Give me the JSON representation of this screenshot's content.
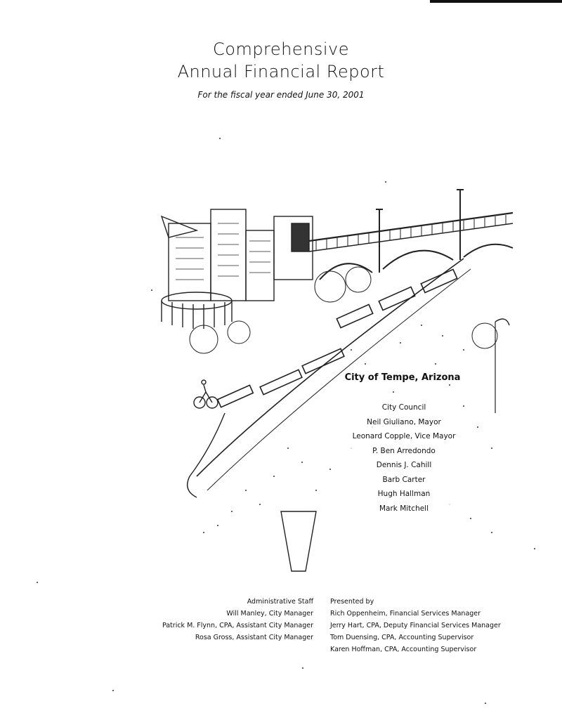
{
  "header": {
    "title_line1": "Comprehensive",
    "title_line2": "Annual Financial Report",
    "subtitle": "For the fiscal year ended June 30, 2001"
  },
  "cover": {
    "city_name": "City of Tempe, Arizona",
    "council_heading": "City Council",
    "council_members": [
      "Neil Giuliano, Mayor",
      "Leonard Copple, Vice Mayor",
      "P. Ben Arredondo",
      "Dennis J. Cahill",
      "Barb Carter",
      "Hugh Hallman",
      "Mark Mitchell"
    ]
  },
  "administrative_staff": {
    "heading": "Administrative Staff",
    "members": [
      "Will Manley, City Manager",
      "Patrick M. Flynn, CPA, Assistant City Manager",
      "Rosa Gross, Assistant City Manager"
    ]
  },
  "presented_by": {
    "heading": "Presented by",
    "members": [
      "Rich Oppenheim, Financial Services Manager",
      "Jerry Hart, CPA, Deputy Financial Services Manager",
      "Tom Duensing, CPA, Accounting Supervisor",
      "Karen Hoffman, CPA, Accounting Supervisor"
    ]
  },
  "colors": {
    "ink": "#111111",
    "paper": "#ffffff"
  },
  "icons": {
    "illustration": "city-bridge-sketch-icon"
  }
}
